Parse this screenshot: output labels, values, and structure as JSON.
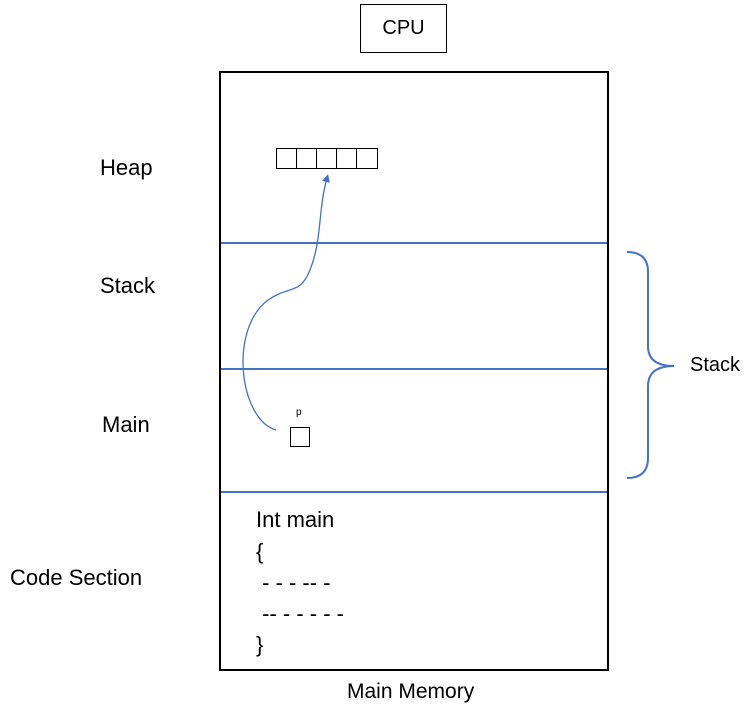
{
  "cpu": {
    "label": "CPU"
  },
  "memory": {
    "caption": "Main Memory",
    "sections": [
      {
        "label": "Heap"
      },
      {
        "label": "Stack"
      },
      {
        "label": "Main"
      },
      {
        "label": "Code Section"
      }
    ],
    "heap_array_cells": 5,
    "pointer_label": "p",
    "code_lines": [
      "Int main",
      "{",
      " - - - -- -",
      " -- - - - - -",
      "}"
    ]
  },
  "brace_label": "Stack",
  "colors": {
    "divider": "#4472C4",
    "arrow": "#4472C4",
    "outline": "#000000"
  }
}
